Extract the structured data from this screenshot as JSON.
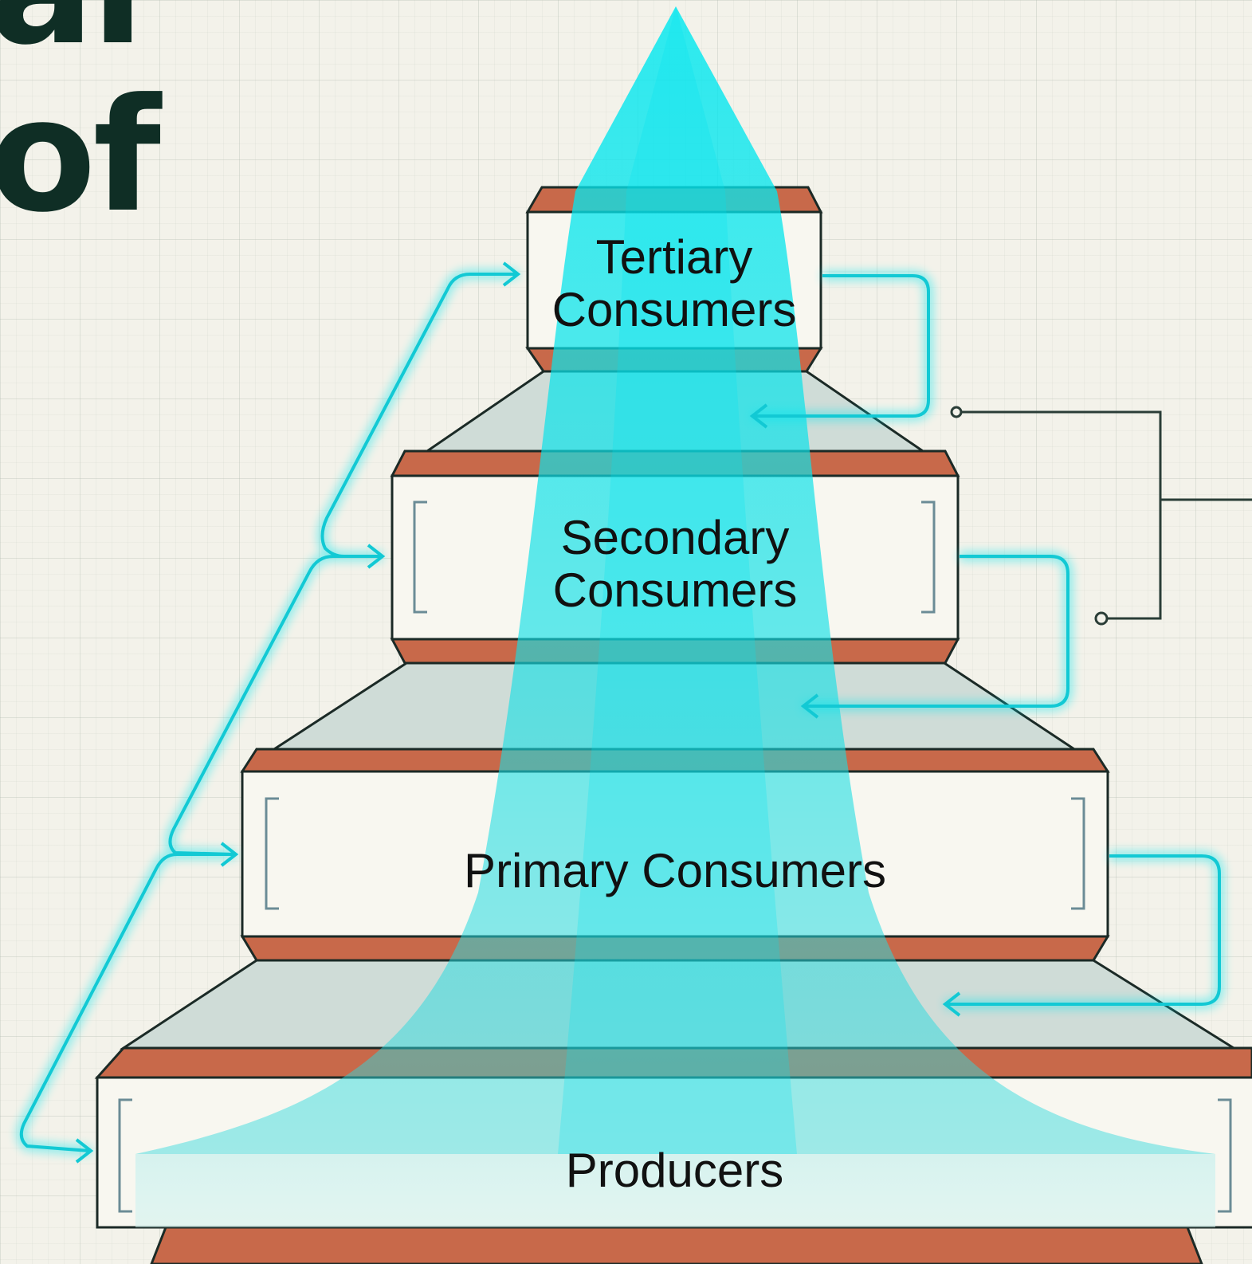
{
  "title": {
    "line1": "ar",
    "line2": "of"
  },
  "tiers": [
    {
      "label": "Tertiary\nConsumers"
    },
    {
      "label": "Secondary\nConsumers"
    },
    {
      "label": "Primary Consumers"
    },
    {
      "label": "Producers"
    }
  ],
  "colors": {
    "band": "#c8694a",
    "panel": "#f8f7f0",
    "trapezoid": "#cfdcd7",
    "energy_flow": "#00e5ee",
    "outline": "#1b2a26",
    "title": "#0f2e25"
  }
}
